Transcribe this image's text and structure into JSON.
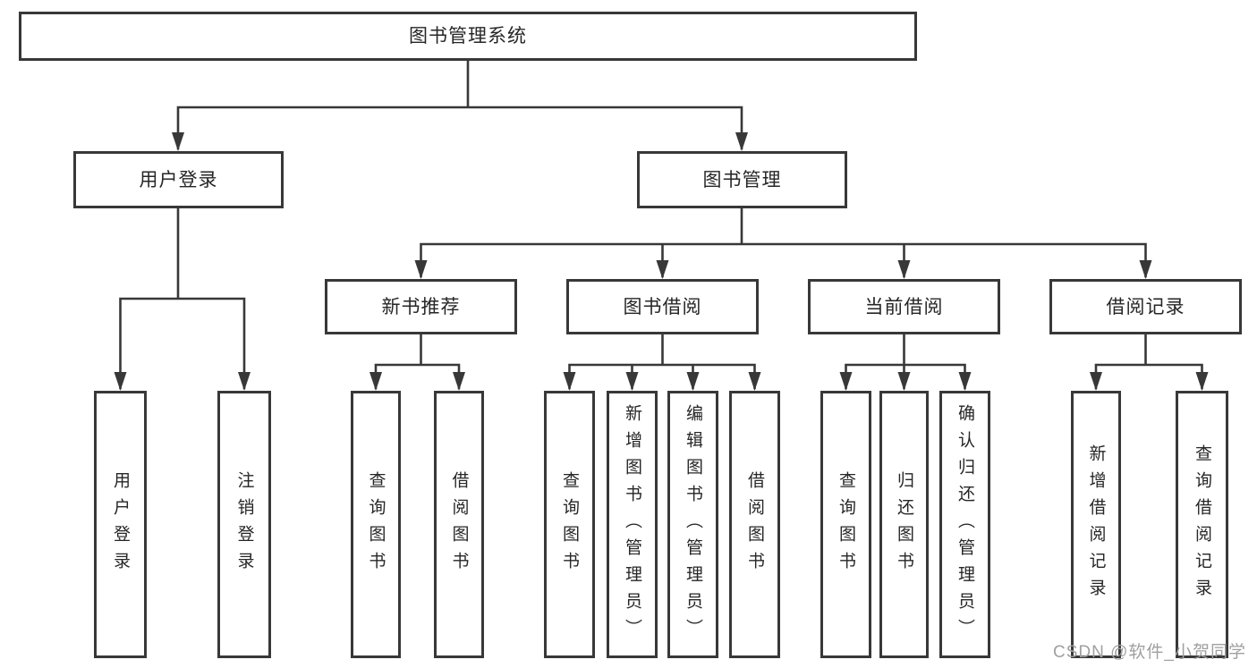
{
  "diagram": {
    "root_label": "图书管理系统",
    "branches": [
      {
        "label": "用户登录",
        "children": [
          "用户登录",
          "注销登录"
        ]
      },
      {
        "label": "图书管理",
        "children": [
          {
            "label": "新书推荐",
            "children": [
              "查询图书",
              "借阅图书"
            ]
          },
          {
            "label": "图书借阅",
            "children": [
              "查询图书",
              "新增图书（管理员）",
              "编辑图书（管理员）",
              "借阅图书"
            ]
          },
          {
            "label": "当前借阅",
            "children": [
              "查询图书",
              "归还图书",
              "确认归还（管理员）"
            ]
          },
          {
            "label": "借阅记录",
            "children": [
              "新增借阅记录",
              "查询借阅记录"
            ]
          }
        ]
      }
    ]
  },
  "watermark": {
    "text": "CSDN @软件_小贺同学"
  },
  "colors": {
    "line": "#383838",
    "box_border": "#383838",
    "text": "#262626",
    "watermark": "#a0a0a0",
    "background": "#ffffff"
  }
}
